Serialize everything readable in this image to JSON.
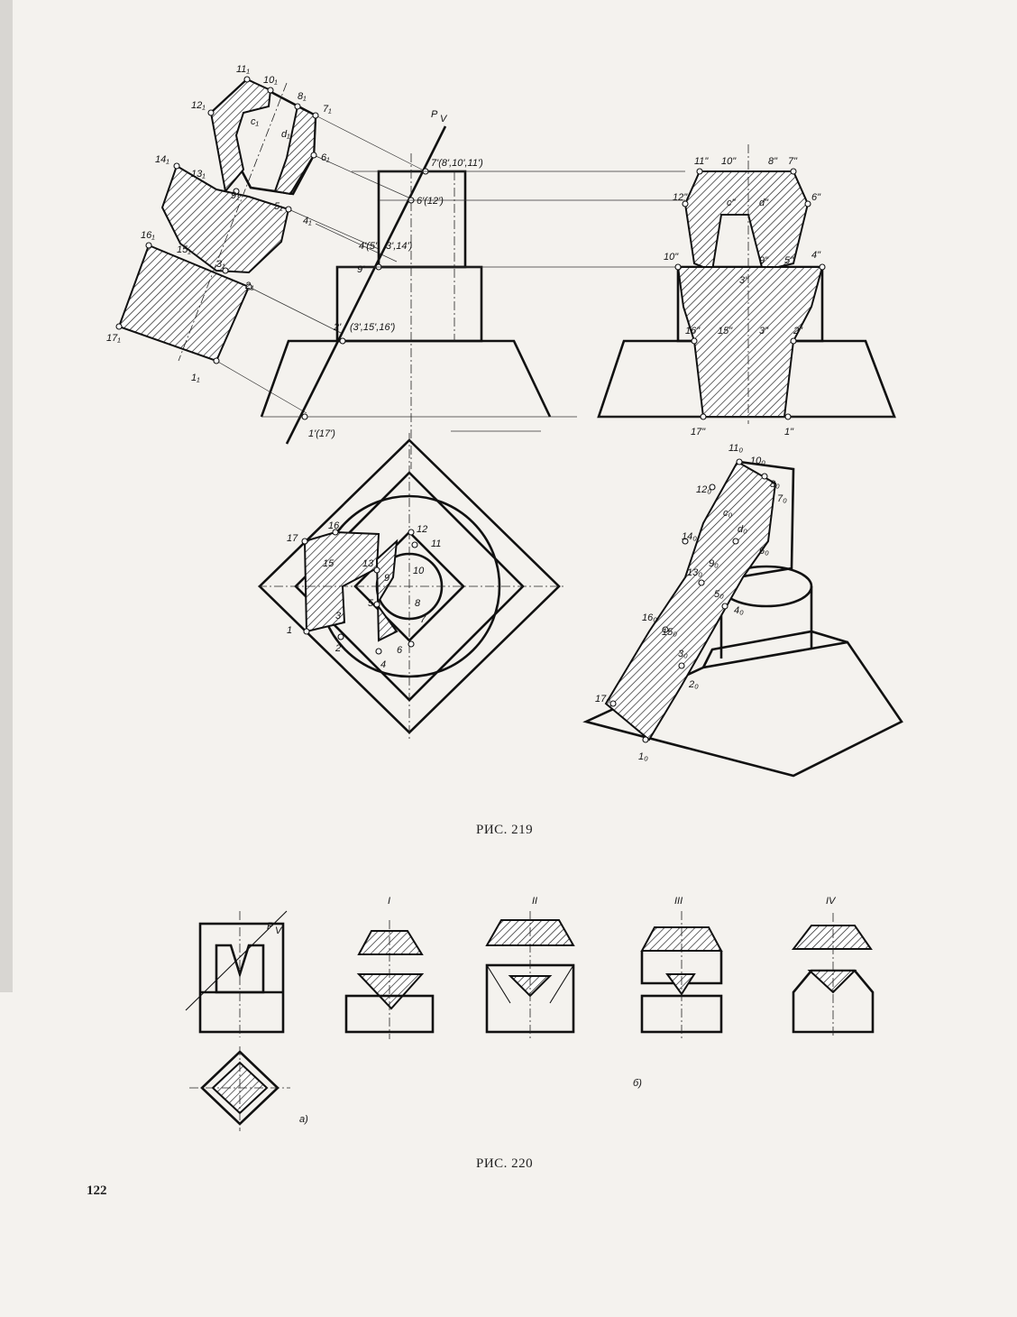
{
  "page_number": "122",
  "fig219": {
    "caption": "РИС. 219",
    "plane_label": "P",
    "plane_sub": "V",
    "labels_aux": [
      "11₁",
      "10₁",
      "8₁",
      "7₁",
      "12₁",
      "c₁",
      "d₁",
      "6₁",
      "14₁",
      "13₁",
      "9₁",
      "5₁",
      "4₁",
      "16₁",
      "15₁",
      "3₁",
      "2₁",
      "17₁",
      "1₁"
    ],
    "labels_front": [
      "7'(8',10',11')",
      "6'(12')",
      "4'(5'",
      "3',14')",
      "9'",
      "2'",
      "(3',15',16')",
      "1'(17')"
    ],
    "labels_side": [
      "11\"",
      "10\"",
      "8\"",
      "7\"",
      "12\"",
      "c\"",
      "d\"",
      "6\"",
      "10\"",
      "9\"",
      "5\"",
      "4\"",
      "3\"",
      "16\"",
      "15\"",
      "3\"",
      "2\"",
      "17\"",
      "1\""
    ],
    "labels_top": [
      "17",
      "16",
      "15",
      "13",
      "12",
      "11",
      "10",
      "9",
      "5",
      "3",
      "8",
      "7",
      "6",
      "1",
      "2",
      "4"
    ],
    "labels_iso": [
      "11₀",
      "10₀",
      "8₀",
      "7₀",
      "12₀",
      "c₀",
      "d₀",
      "14₀",
      "6₀",
      "13₀",
      "9₀",
      "5₀",
      "4₀",
      "16₀",
      "15₀",
      "3₀",
      "2₀",
      "17₀",
      "1₀"
    ]
  },
  "fig220": {
    "caption": "РИС. 220",
    "label_a": "а)",
    "label_b": "б)",
    "plane_label": "P",
    "plane_sub": "V",
    "variants": [
      "I",
      "II",
      "III",
      "IV"
    ]
  }
}
